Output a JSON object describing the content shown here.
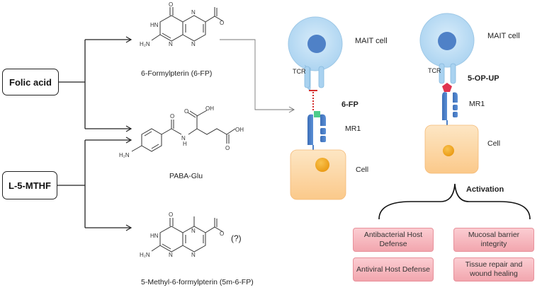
{
  "sources": {
    "folic_acid": "Folic acid",
    "l5mthf": "L-5-MTHF"
  },
  "molecules": {
    "fp6": "6-Formylpterin (6-FP)",
    "paba_glu": "PABA-Glu",
    "m5fp6": "5-Methyl-6-formylpterin (5m-6-FP)",
    "unknown_mark": "(?)"
  },
  "atoms": {
    "O": "O",
    "HN": "HN",
    "H2N": "H₂N",
    "N": "N",
    "H": "H",
    "OH": "OH"
  },
  "left_panel": {
    "cell_type": "MAIT cell",
    "receptor": "TCR",
    "ligand": "6-FP",
    "presenter": "MR1",
    "cell": "Cell"
  },
  "right_panel": {
    "cell_type": "MAIT cell",
    "receptor": "TCR",
    "ligand": "5-OP-UP",
    "presenter": "MR1",
    "cell": "Cell",
    "outcome": "Activation"
  },
  "functions": [
    "Antibacterial Host Defense",
    "Mucosal barrier integrity",
    "Antiviral Host Defense",
    "Tissue repair and wound healing"
  ],
  "colors": {
    "mait_cell": "#bfe0f5",
    "mait_nucleus": "#4f81c7",
    "tcr": "#a9d2f0",
    "mr1": "#4f81c7",
    "apc_cell": "#fcd9a8",
    "apc_nucleus": "#f0a620",
    "ligand_6fp": "#4dcc8a",
    "ligand_5opup": "#e0344f",
    "block": "#d32f2f",
    "function_box": "#f5b4bb"
  }
}
